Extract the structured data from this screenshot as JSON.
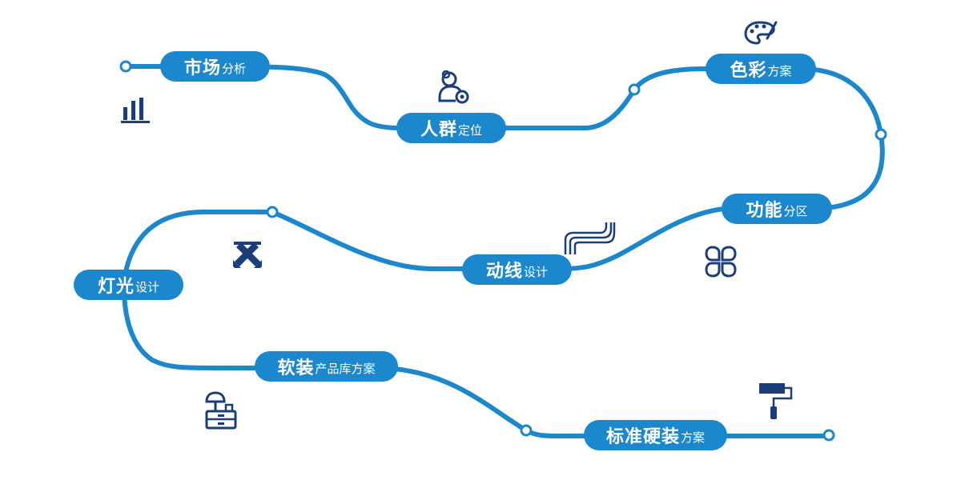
{
  "colors": {
    "path": "#1b87cc",
    "pill": "#1b87cc",
    "icon": "#1a3d7c",
    "text": "#ffffff"
  },
  "stages": [
    {
      "main": "市场",
      "sub": "分析",
      "icon": "bar-chart-icon"
    },
    {
      "main": "人群",
      "sub": "定位",
      "icon": "people-icon"
    },
    {
      "main": "色彩",
      "sub": "方案",
      "icon": "palette-icon"
    },
    {
      "main": "功能",
      "sub": "分区",
      "icon": "four-leaf-icon"
    },
    {
      "main": "动线",
      "sub": "设计",
      "icon": "flow-lines-icon"
    },
    {
      "main": "灯光",
      "sub": "设计",
      "icon": "floor-lamp-icon"
    },
    {
      "main": "软装",
      "sub": "产品库方案",
      "icon": "lamp-cabinet-icon"
    },
    {
      "main": "标准硬装",
      "sub": "方案",
      "icon": "paint-roller-icon"
    }
  ],
  "decor_icon": "crossed-tools-icon"
}
